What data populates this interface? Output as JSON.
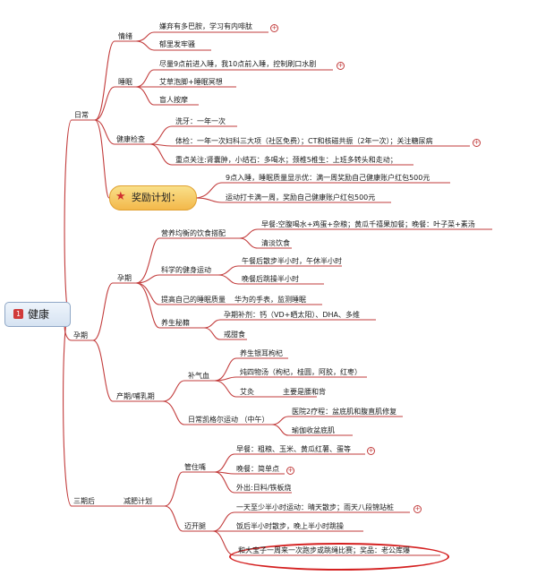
{
  "root": {
    "badge": "1",
    "label": "健康"
  },
  "branches": {
    "daily": "日常",
    "pregnancy": "孕期",
    "postpartum": "三期后"
  },
  "daily": {
    "mood": {
      "label": "情绪",
      "items": [
        "嫌弃有多巴胺，学习有内啡肽",
        "郁里发牢骚"
      ]
    },
    "sleep": {
      "label": "睡眠",
      "items": [
        "尽量9点前进入睡，我10点前入睡，控制刷口水剧",
        "艾草泡脚+睡眠冥想",
        "盲人按摩"
      ]
    },
    "checkup": {
      "label": "健康检查",
      "items": [
        "洗牙：一年一次",
        "体检：一年一次妇科三大项（社区免费）；CT和核磁共振（2年一次）；关注糖尿病",
        "重点关注:肾囊肿，小结石：多喝水；颈椎5椎生：上班多转头和走动；"
      ]
    },
    "reward": {
      "label": "奖励计划：",
      "items": [
        "9点入睡，睡眠质量显示优：满一周奖励自己健康账户红包500元",
        "运动打卡满一周，奖励自己健康账户红包500元"
      ]
    }
  },
  "pregnancy": {
    "label": "孕期",
    "diet": {
      "label": "营养均衡的饮食搭配",
      "items": [
        "早餐:空腹喝水+鸡蛋+杂粮；黄瓜千禧果加餐；晚餐：叶子菜+素汤",
        "清淡饮食"
      ]
    },
    "exercise": {
      "label": "科学的健身运动",
      "items": [
        "午餐后散步半小时，午休半小时",
        "晚餐后跳操半小时"
      ]
    },
    "sleepq": {
      "label": "提高自己的睡眠质量",
      "items": [
        "华为的手表，监测睡眠"
      ]
    },
    "supplement": {
      "label": "养生秘籍",
      "items": [
        "孕期补剂：钙（VD+晒太阳）、DHA、多维",
        "戒甜食"
      ]
    }
  },
  "postpartum_care": {
    "label": "产期/哺乳期",
    "qi": {
      "label": "补气血",
      "items": [
        "养生银耳枸杞",
        "炖四物汤（枸杞，桂圆，阿胶，红枣）",
        "艾灸"
      ],
      "sub": "主要是腰和背"
    },
    "kegel": {
      "label": "日常凯格尔运动 （中午）",
      "items": [
        "医院2疗程：盆底肌和腹直肌修复",
        "瑜伽收盆底肌"
      ]
    }
  },
  "after": {
    "label": "减肥计划",
    "mouth": {
      "label": "管住嘴",
      "items": [
        "早餐：粗粮、玉米、黄瓜红薯、蛋等",
        "晚餐：简单点",
        "外出:日料/铁板烧"
      ]
    },
    "legs": {
      "label": "迈开腿",
      "items": [
        "一天至少半小时运动：晴天散步；雨天八段锦站桩",
        "饭后半小时散步，晚上半小时跳操",
        "和大宝子一周来一次跑步或跳绳比赛；奖品：老公库爆"
      ]
    }
  },
  "colors": {
    "line": "#c23b3b",
    "accent": "#d42020",
    "root_border": "#8fa7c6",
    "reward_fill": "#f3b84a"
  }
}
